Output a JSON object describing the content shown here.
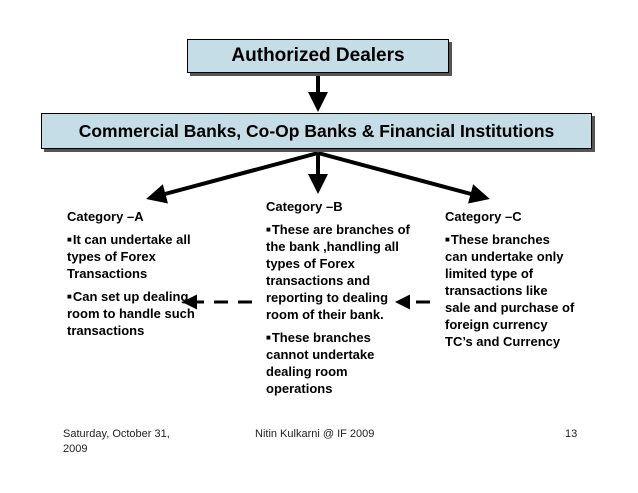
{
  "top_box": {
    "label": "Authorized Dealers"
  },
  "mid_box": {
    "label": "Commercial Banks, Co-Op Banks & Financial Institutions"
  },
  "columns": {
    "a": {
      "heading": "Category –A",
      "bullets": [
        "It can undertake all types of Forex Transactions",
        "Can set up dealing room to handle such transactions"
      ]
    },
    "b": {
      "heading": "Category –B",
      "bullets": [
        "These are branches of the bank ,handling all types of Forex transactions and reporting to dealing room of their bank.",
        "These branches cannot undertake dealing room operations"
      ]
    },
    "c": {
      "heading": "Category –C",
      "bullets": [
        "These branches can undertake only limited type of transactions like sale and purchase of foreign currency TC’s and Currency"
      ]
    }
  },
  "footer": {
    "date": "Saturday, October 31, 2009",
    "author": "Nitin Kulkarni @ IF 2009",
    "page": "13"
  }
}
